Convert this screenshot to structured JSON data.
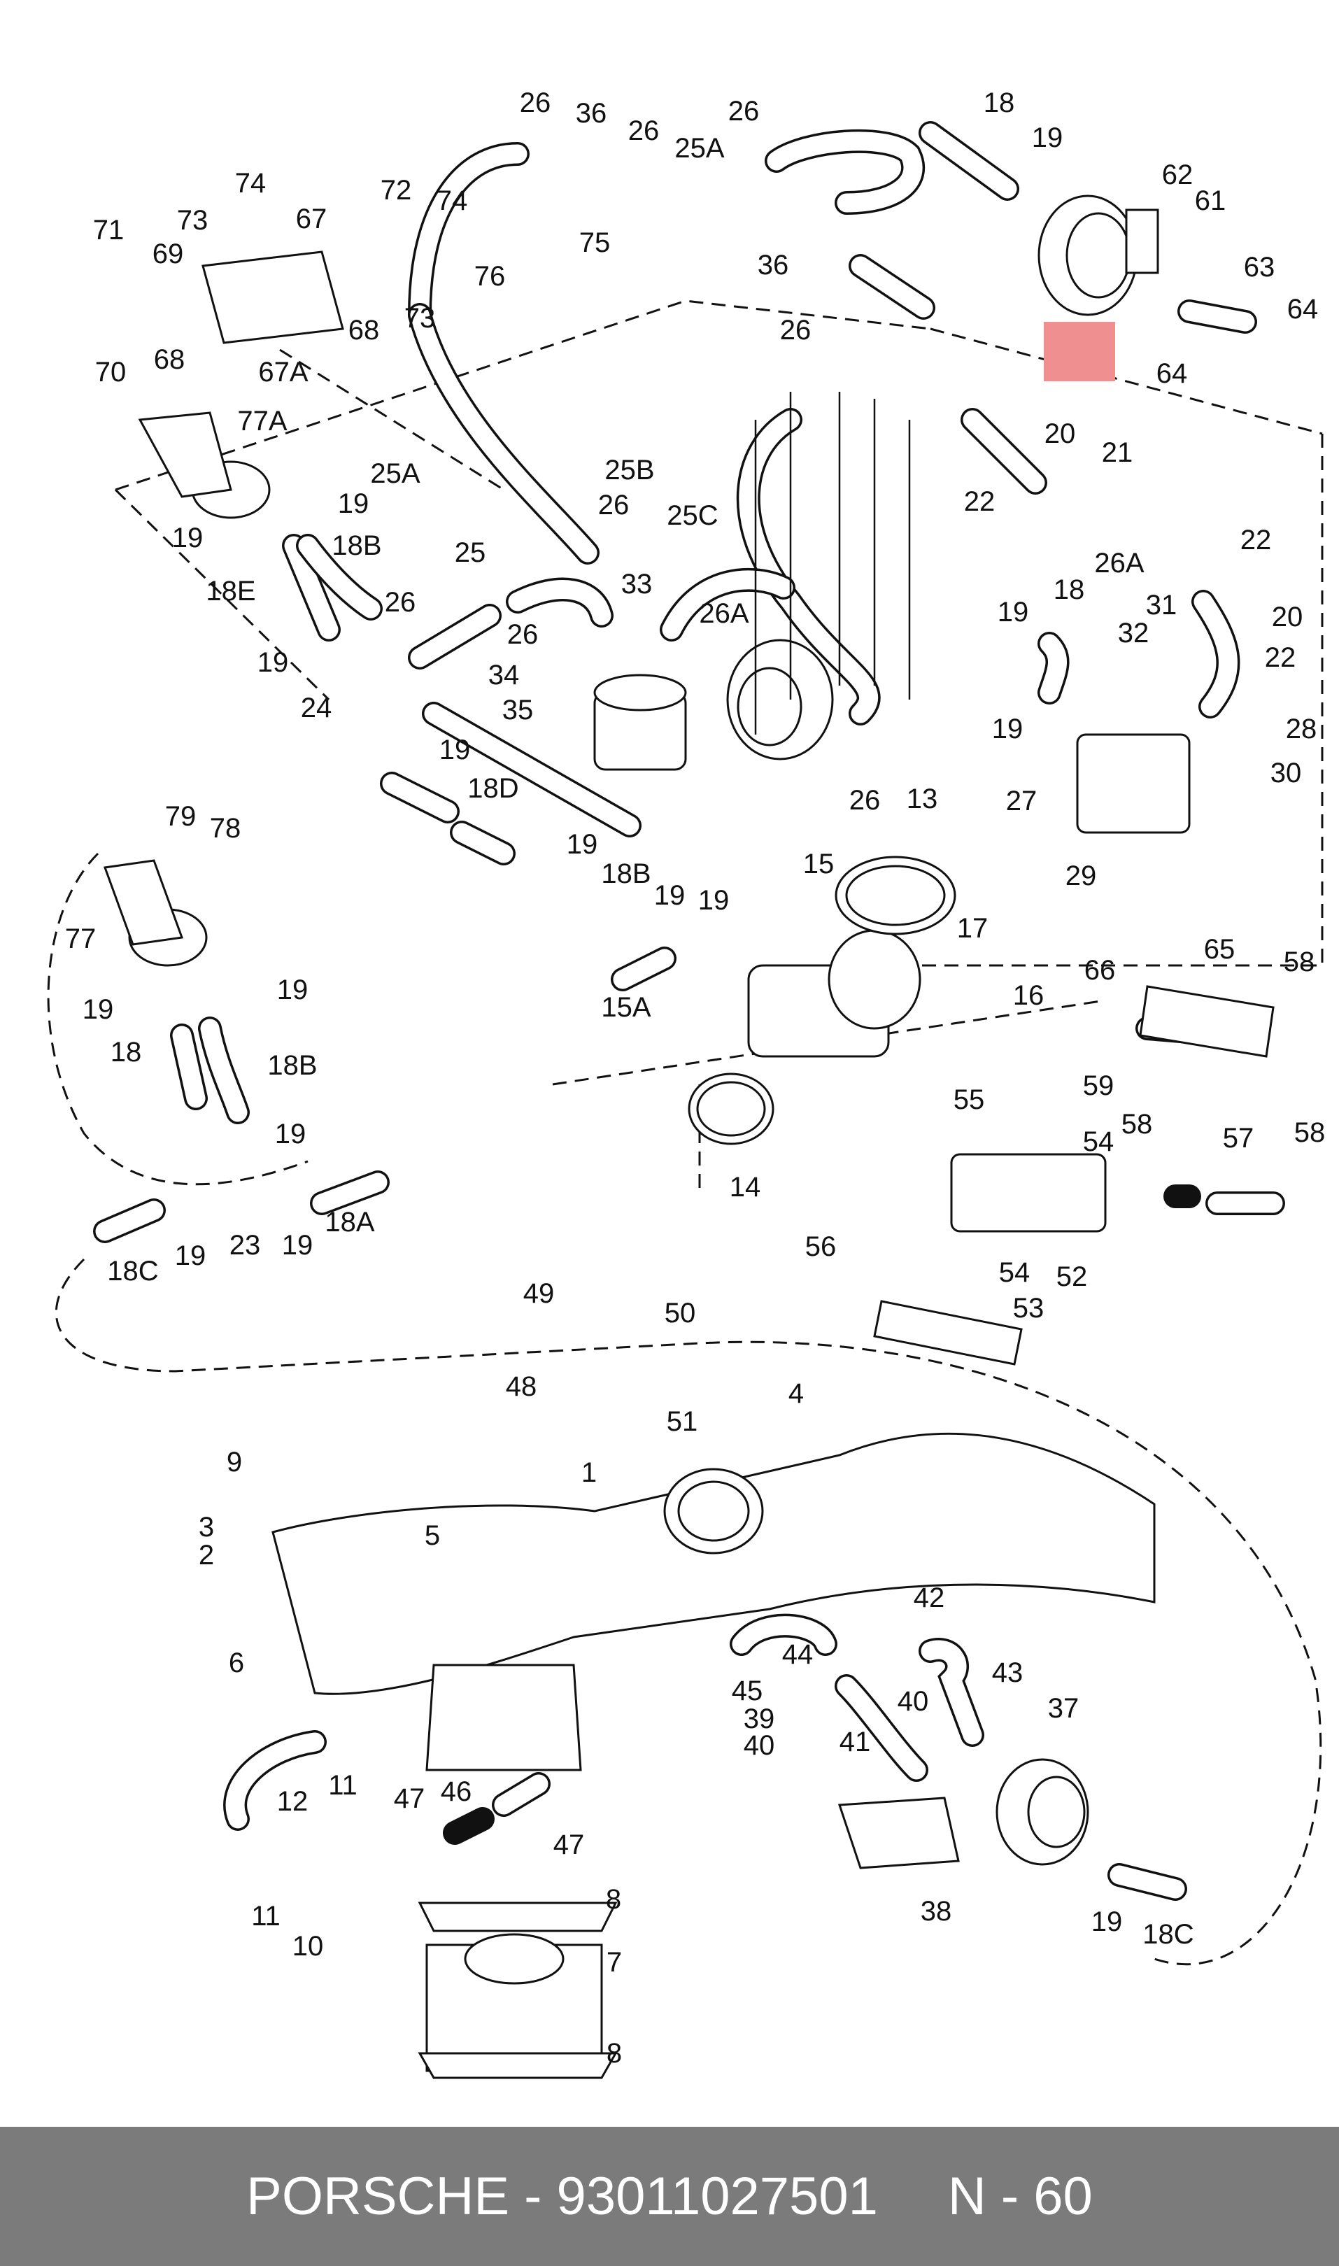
{
  "highlighted_part": "60",
  "callouts": [
    {
      "id": "c26a",
      "text": "26"
    },
    {
      "id": "c36a",
      "text": "36"
    },
    {
      "id": "c26b",
      "text": "26"
    },
    {
      "id": "c25a_top",
      "text": "25A"
    },
    {
      "id": "c26c",
      "text": "26"
    },
    {
      "id": "c18_top",
      "text": "18"
    },
    {
      "id": "c19_top",
      "text": "19"
    },
    {
      "id": "c62",
      "text": "62"
    },
    {
      "id": "c61",
      "text": "61"
    },
    {
      "id": "c63",
      "text": "63"
    },
    {
      "id": "c64a",
      "text": "64"
    },
    {
      "id": "c64b",
      "text": "64"
    },
    {
      "id": "c36b",
      "text": "36"
    },
    {
      "id": "c74a",
      "text": "74"
    },
    {
      "id": "c72",
      "text": "72"
    },
    {
      "id": "c74b",
      "text": "74"
    },
    {
      "id": "c73a",
      "text": "73"
    },
    {
      "id": "c67",
      "text": "67"
    },
    {
      "id": "c71",
      "text": "71"
    },
    {
      "id": "c69",
      "text": "69"
    },
    {
      "id": "c70",
      "text": "70"
    },
    {
      "id": "c68a",
      "text": "68"
    },
    {
      "id": "c68b",
      "text": "68"
    },
    {
      "id": "c67a",
      "text": "67A"
    },
    {
      "id": "c73b",
      "text": "73"
    },
    {
      "id": "c75",
      "text": "75"
    },
    {
      "id": "c76",
      "text": "76"
    },
    {
      "id": "c26d",
      "text": "26"
    },
    {
      "id": "c77a",
      "text": "77A"
    },
    {
      "id": "c25a_mid",
      "text": "25A"
    },
    {
      "id": "c25b",
      "text": "25B"
    },
    {
      "id": "c20a",
      "text": "20"
    },
    {
      "id": "c21",
      "text": "21"
    },
    {
      "id": "c22a",
      "text": "22"
    },
    {
      "id": "c26a_mid",
      "text": "26A"
    },
    {
      "id": "c22b",
      "text": "22"
    },
    {
      "id": "c19a",
      "text": "19"
    },
    {
      "id": "c19b",
      "text": "19"
    },
    {
      "id": "c18b_top",
      "text": "18B"
    },
    {
      "id": "c18e",
      "text": "18E"
    },
    {
      "id": "c25",
      "text": "25"
    },
    {
      "id": "c26e",
      "text": "26"
    },
    {
      "id": "c26f",
      "text": "26"
    },
    {
      "id": "c25c",
      "text": "25C"
    },
    {
      "id": "c33",
      "text": "33"
    },
    {
      "id": "c26g",
      "text": "26"
    },
    {
      "id": "c26a_low",
      "text": "26A"
    },
    {
      "id": "c18_mid",
      "text": "18"
    },
    {
      "id": "c20b",
      "text": "20"
    },
    {
      "id": "c19c",
      "text": "19"
    },
    {
      "id": "c31",
      "text": "31"
    },
    {
      "id": "c32",
      "text": "32"
    },
    {
      "id": "c22c",
      "text": "22"
    },
    {
      "id": "c19d",
      "text": "19"
    },
    {
      "id": "c24",
      "text": "24"
    },
    {
      "id": "c34",
      "text": "34"
    },
    {
      "id": "c35",
      "text": "35"
    },
    {
      "id": "c19e",
      "text": "19"
    },
    {
      "id": "c28",
      "text": "28"
    },
    {
      "id": "c30",
      "text": "30"
    },
    {
      "id": "c19f",
      "text": "19"
    },
    {
      "id": "c18d",
      "text": "18D"
    },
    {
      "id": "c26h",
      "text": "26"
    },
    {
      "id": "c13",
      "text": "13"
    },
    {
      "id": "c27",
      "text": "27"
    },
    {
      "id": "c79",
      "text": "79"
    },
    {
      "id": "c78",
      "text": "78"
    },
    {
      "id": "c19g",
      "text": "19"
    },
    {
      "id": "c18b_mid",
      "text": "18B"
    },
    {
      "id": "c19h",
      "text": "19"
    },
    {
      "id": "c15",
      "text": "15"
    },
    {
      "id": "c29",
      "text": "29"
    },
    {
      "id": "c19i",
      "text": "19"
    },
    {
      "id": "c77",
      "text": "77"
    },
    {
      "id": "c17",
      "text": "17"
    },
    {
      "id": "c65",
      "text": "65"
    },
    {
      "id": "c66",
      "text": "66"
    },
    {
      "id": "c58a",
      "text": "58"
    },
    {
      "id": "c16",
      "text": "16"
    },
    {
      "id": "c19j",
      "text": "19"
    },
    {
      "id": "c19k",
      "text": "19"
    },
    {
      "id": "c15a",
      "text": "15A"
    },
    {
      "id": "c18_low",
      "text": "18"
    },
    {
      "id": "c18b_low",
      "text": "18B"
    },
    {
      "id": "c59",
      "text": "59"
    },
    {
      "id": "c55",
      "text": "55"
    },
    {
      "id": "c58b",
      "text": "58"
    },
    {
      "id": "c57",
      "text": "57"
    },
    {
      "id": "c58c",
      "text": "58"
    },
    {
      "id": "c54a",
      "text": "54"
    },
    {
      "id": "c19l",
      "text": "19"
    },
    {
      "id": "c14",
      "text": "14"
    },
    {
      "id": "c18a",
      "text": "18A"
    },
    {
      "id": "c23",
      "text": "23"
    },
    {
      "id": "c19m",
      "text": "19"
    },
    {
      "id": "c19n",
      "text": "19"
    },
    {
      "id": "c18c_left",
      "text": "18C"
    },
    {
      "id": "c56",
      "text": "56"
    },
    {
      "id": "c54b",
      "text": "54"
    },
    {
      "id": "c52",
      "text": "52"
    },
    {
      "id": "c53",
      "text": "53"
    },
    {
      "id": "c49",
      "text": "49"
    },
    {
      "id": "c50",
      "text": "50"
    },
    {
      "id": "c48",
      "text": "48"
    },
    {
      "id": "c4",
      "text": "4"
    },
    {
      "id": "c51",
      "text": "51"
    },
    {
      "id": "c9",
      "text": "9"
    },
    {
      "id": "c1",
      "text": "1"
    },
    {
      "id": "c3",
      "text": "3"
    },
    {
      "id": "c5",
      "text": "5"
    },
    {
      "id": "c2",
      "text": "2"
    },
    {
      "id": "c42",
      "text": "42"
    },
    {
      "id": "c44",
      "text": "44"
    },
    {
      "id": "c6",
      "text": "6"
    },
    {
      "id": "c45",
      "text": "45"
    },
    {
      "id": "c43",
      "text": "43"
    },
    {
      "id": "c37",
      "text": "37"
    },
    {
      "id": "c39",
      "text": "39"
    },
    {
      "id": "c40a",
      "text": "40"
    },
    {
      "id": "c40b",
      "text": "40"
    },
    {
      "id": "c41",
      "text": "41"
    },
    {
      "id": "c12",
      "text": "12"
    },
    {
      "id": "c11a",
      "text": "11"
    },
    {
      "id": "c47a",
      "text": "47"
    },
    {
      "id": "c46",
      "text": "46"
    },
    {
      "id": "c47b",
      "text": "47"
    },
    {
      "id": "c8a",
      "text": "8"
    },
    {
      "id": "c11b",
      "text": "11"
    },
    {
      "id": "c10",
      "text": "10"
    },
    {
      "id": "c38",
      "text": "38"
    },
    {
      "id": "c19o",
      "text": "19"
    },
    {
      "id": "c18c_right",
      "text": "18C"
    },
    {
      "id": "c7",
      "text": "7"
    },
    {
      "id": "c8b",
      "text": "8"
    }
  ],
  "footer": {
    "brand": "PORSCHE - 93011027501",
    "ref": "N - 60"
  }
}
